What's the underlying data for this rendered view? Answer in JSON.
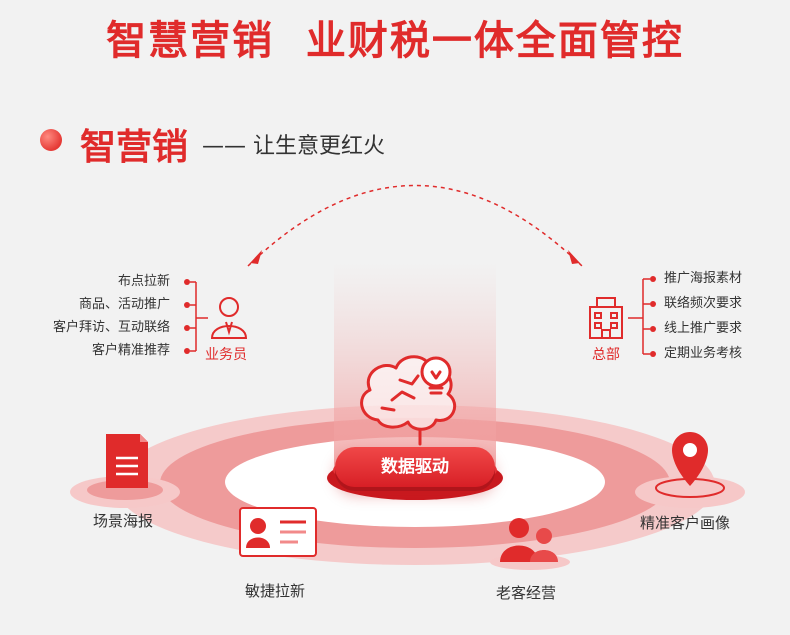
{
  "header": {
    "title": "智慧营销  业财税一体全面管控"
  },
  "section": {
    "title": "智营销",
    "subtitle": "—— 让生意更红火"
  },
  "left_group": {
    "label": "业务员",
    "icon": "person-icon",
    "items": [
      "布点拉新",
      "商品、活动推广",
      "客户拜访、互动联络",
      "客户精准推荐"
    ]
  },
  "right_group": {
    "label": "总部",
    "icon": "building-icon",
    "items": [
      "推广海报素材",
      "联络频次要求",
      "线上推广要求",
      "定期业务考核"
    ]
  },
  "center": {
    "label": "数据驱动",
    "icon": "brain-bulb-icon"
  },
  "features": [
    {
      "label": "场景海报",
      "icon": "document-icon"
    },
    {
      "label": "敏捷拉新",
      "icon": "id-card-icon"
    },
    {
      "label": "老客经营",
      "icon": "users-icon"
    },
    {
      "label": "精准客户画像",
      "icon": "location-pin-icon"
    }
  ],
  "colors": {
    "accent": "#e02b2b",
    "light": "#f6c3c3",
    "background": "#f2f2f2"
  }
}
